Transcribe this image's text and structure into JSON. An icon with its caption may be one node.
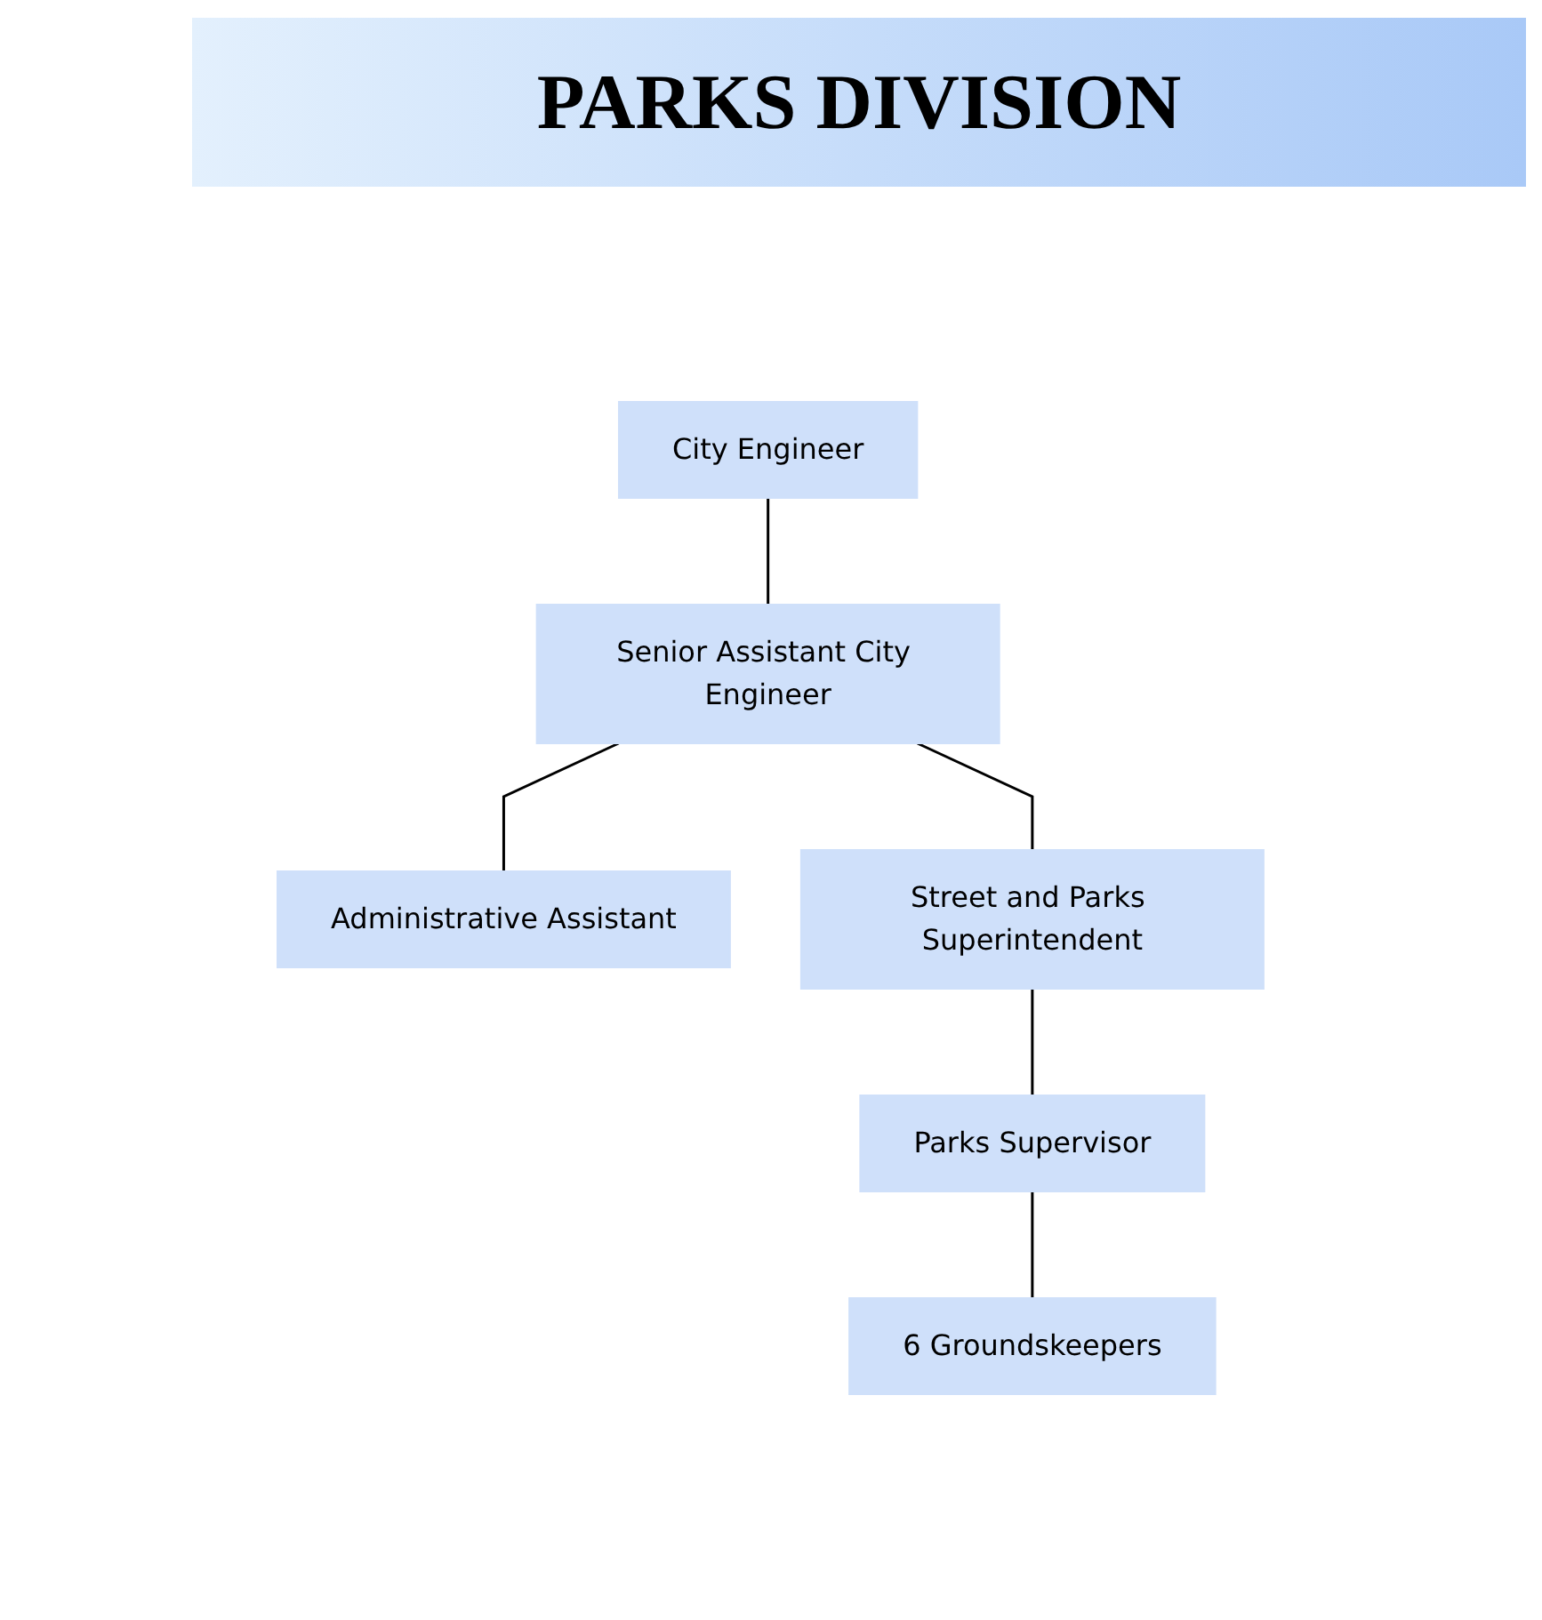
{
  "diagram": {
    "title": "PARKS DIVISION",
    "nodes": [
      {
        "text": [
          "City Engineer"
        ]
      },
      {
        "text": [
          "Senior Assistant City Engineer"
        ]
      },
      {
        "text": [
          "Administrative Assistant"
        ]
      },
      {
        "text": [
          "Street and Parks Superintendent"
        ]
      },
      {
        "text": [
          "Parks Supervisor"
        ]
      },
      {
        "text": [
          "6 Groundskeepers"
        ]
      }
    ],
    "edges": [
      {
        "from": 0,
        "to": 1,
        "arrow": "none"
      },
      {
        "from": 1,
        "to": 2,
        "arrow": "none"
      },
      {
        "from": 1,
        "to": 3,
        "arrow": "none"
      },
      {
        "from": 3,
        "to": 4,
        "arrow": "none"
      },
      {
        "from": 4,
        "to": 5,
        "arrow": "none"
      }
    ]
  }
}
